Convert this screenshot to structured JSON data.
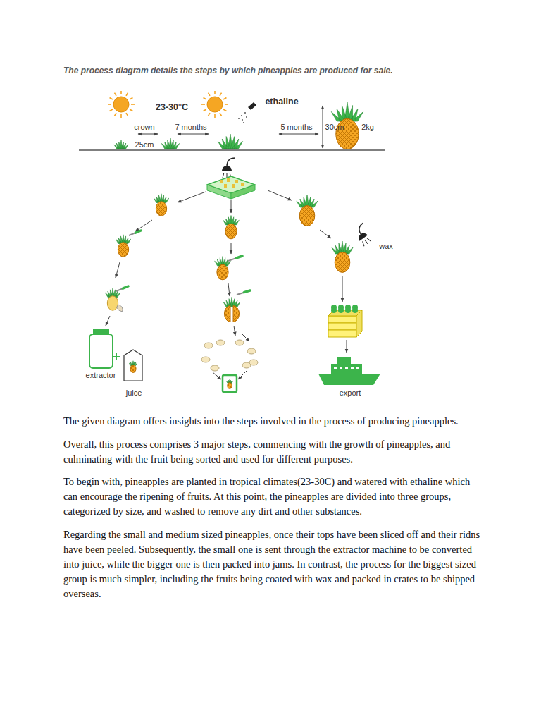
{
  "diagram": {
    "title": "The process diagram details the steps by which pineapples are produced for sale.",
    "labels": [
      "23-30°C",
      "ethaline",
      "crown",
      "7 months",
      "5 months",
      "30cm",
      "2kg",
      "25cm",
      "wax",
      "extractor",
      "juice",
      "export",
      "The given diagram offers insights into the steps involved in the process of producing pineapples.",
      "Overall, this process comprises 3 major steps, commencing with the growth of pineapples, and culminating with the fruit being sorted and used for different purposes.",
      "To begin with, pineapples are planted in tropical climates(23-30C) and watered with ethaline which can encourage the ripening of fruits. At this point, the pineapples are divided into three groups, categorized by size, and washed to remove any dirt and other substances.",
      "Regarding the small and medium sized pineapples, once their tops have been sliced off and their ridns have been peeled. Subsequently, the small one is sent through the extractor machine to be converted into juice, while the bigger one is then packed into jams. In contrast, the process for the biggest sized group is much simpler, including the fruits being coated with wax and packed in crates to be shipped overseas."
    ]
  }
}
